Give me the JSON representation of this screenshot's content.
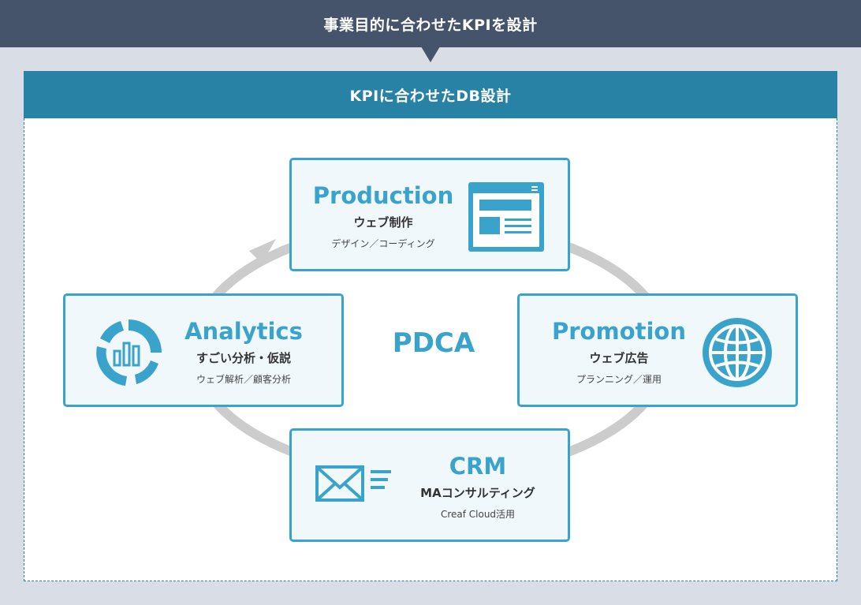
{
  "header": {
    "title": "事業目的に合わせたKPIを設計"
  },
  "panel": {
    "title": "KPIに合わせたDB設計"
  },
  "center": {
    "label": "PDCA"
  },
  "cards": {
    "production": {
      "title": "Production",
      "subtitle": "ウェブ制作",
      "desc": "デザイン／コーディング",
      "icon": "web-page-icon"
    },
    "promotion": {
      "title": "Promotion",
      "subtitle": "ウェブ広告",
      "desc": "プランニング／運用",
      "icon": "globe-icon"
    },
    "crm": {
      "title": "CRM",
      "subtitle": "MAコンサルティング",
      "desc": "Creaf Cloud活用",
      "icon": "mail-icon"
    },
    "analytics": {
      "title": "Analytics",
      "subtitle": "すごい分析・仮説",
      "desc": "ウェブ解析／顧客分析",
      "icon": "analytics-chart-icon"
    }
  },
  "colors": {
    "header_bg": "#45546b",
    "panel_header_bg": "#2782a6",
    "accent": "#3aa3cc",
    "card_bg": "#f1f8fc",
    "cycle_arrow": "#cccccc",
    "page_bg": "#d8dde6"
  }
}
